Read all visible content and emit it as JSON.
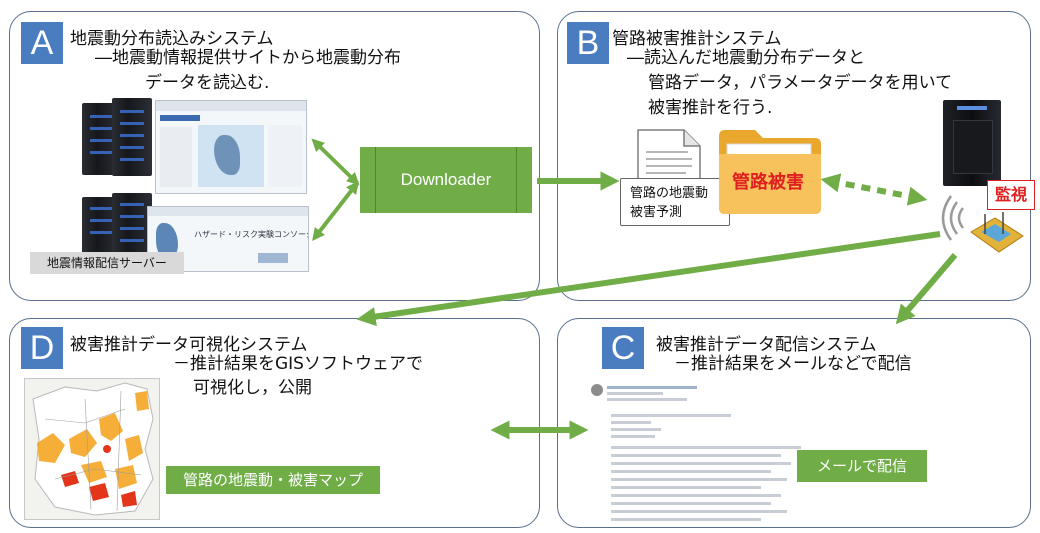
{
  "panelA": {
    "letter": "A",
    "title": "地震動分布読込みシステム",
    "desc1": "―地震動情報提供サイトから地震動分布",
    "desc2": "データを読込む.",
    "server_label": "地震情報配信サーバー",
    "screenshot_text": "ハザード・リスク実験コンソーシアム"
  },
  "downloader": {
    "label": "Downloader"
  },
  "panelB": {
    "letter": "B",
    "title": "管路被害推計システム",
    "desc1": "―読込んだ地震動分布データと",
    "desc2": "管路データ，パラメータデータを用いて",
    "desc3": "被害推計を行う.",
    "doc_text1": "管路の地震動",
    "doc_text2": "被害予測",
    "folder_label": "管路被害",
    "monitor_label": "監視"
  },
  "panelC": {
    "letter": "C",
    "title": "被害推計データ配信システム",
    "desc1": "－推計結果をメールなどで配信",
    "mail_button": "メールで配信"
  },
  "panelD": {
    "letter": "D",
    "title": "被害推計データ可視化システム",
    "desc1": "－推計結果をGISソフトウェアで",
    "desc2": "可視化し，公開",
    "map_label": "管路の地震動・被害マップ"
  },
  "colors": {
    "green": "#70ad47",
    "badge": "#4a7cc0",
    "border": "#5a6f8e",
    "folder": "#f6b93b",
    "red": "#e02020"
  }
}
